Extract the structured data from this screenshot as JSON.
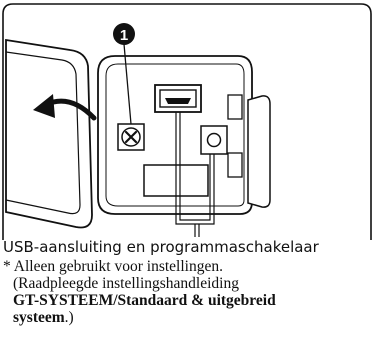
{
  "callout": {
    "number": "1"
  },
  "caption": {
    "title": "USB-aansluiting en programmaschakelaar",
    "note_line1": "* Alleen gebruikt voor instellingen.",
    "note_line2": "(Raadpleegde instellingshandleiding",
    "note_line3": "GT-SYSTEEM/Standaard & uitgebreid",
    "note_line4_bold": "systeem",
    "note_line4_tail": ".)"
  },
  "icons": {
    "callout": "numbered-circle-icon",
    "arrow": "curved-arrow-icon",
    "screw": "screw-icon",
    "usb": "usb-port-icon",
    "button": "program-switch-icon"
  }
}
